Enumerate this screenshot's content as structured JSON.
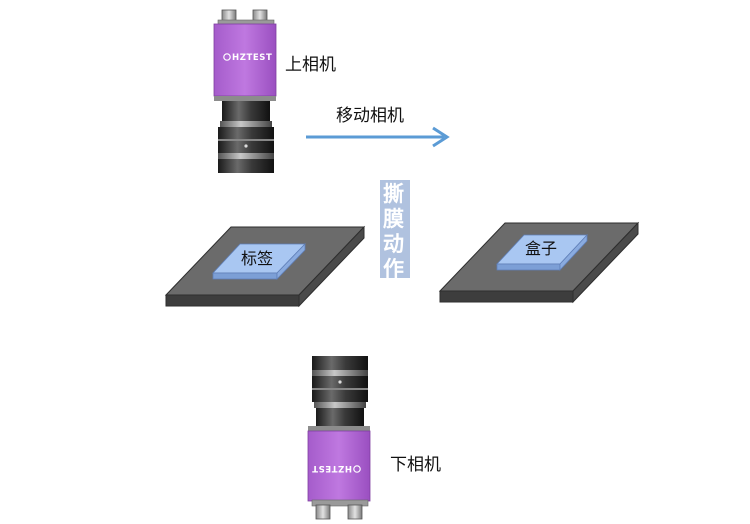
{
  "diagram": {
    "camera_brand": "HZTEST",
    "upper_camera_label": "上相机",
    "lower_camera_label": "下相机",
    "move_camera_label": "移动相机",
    "peel_action_chars": [
      "撕",
      "膜",
      "动",
      "作"
    ],
    "label_item": "标签",
    "box_item": "盒子"
  },
  "colors": {
    "camera_body": "#b56ad6",
    "camera_body_dark": "#9b4fbd",
    "lens_dark": "#2b2b2b",
    "plate_top": "#6b6b6b",
    "plate_side": "#3d3d3d",
    "pad_top": "#a9c7f2",
    "pad_side": "#7c9fd6",
    "arrow": "#5b9bd5",
    "peel_bg": "#6f8fc4"
  }
}
